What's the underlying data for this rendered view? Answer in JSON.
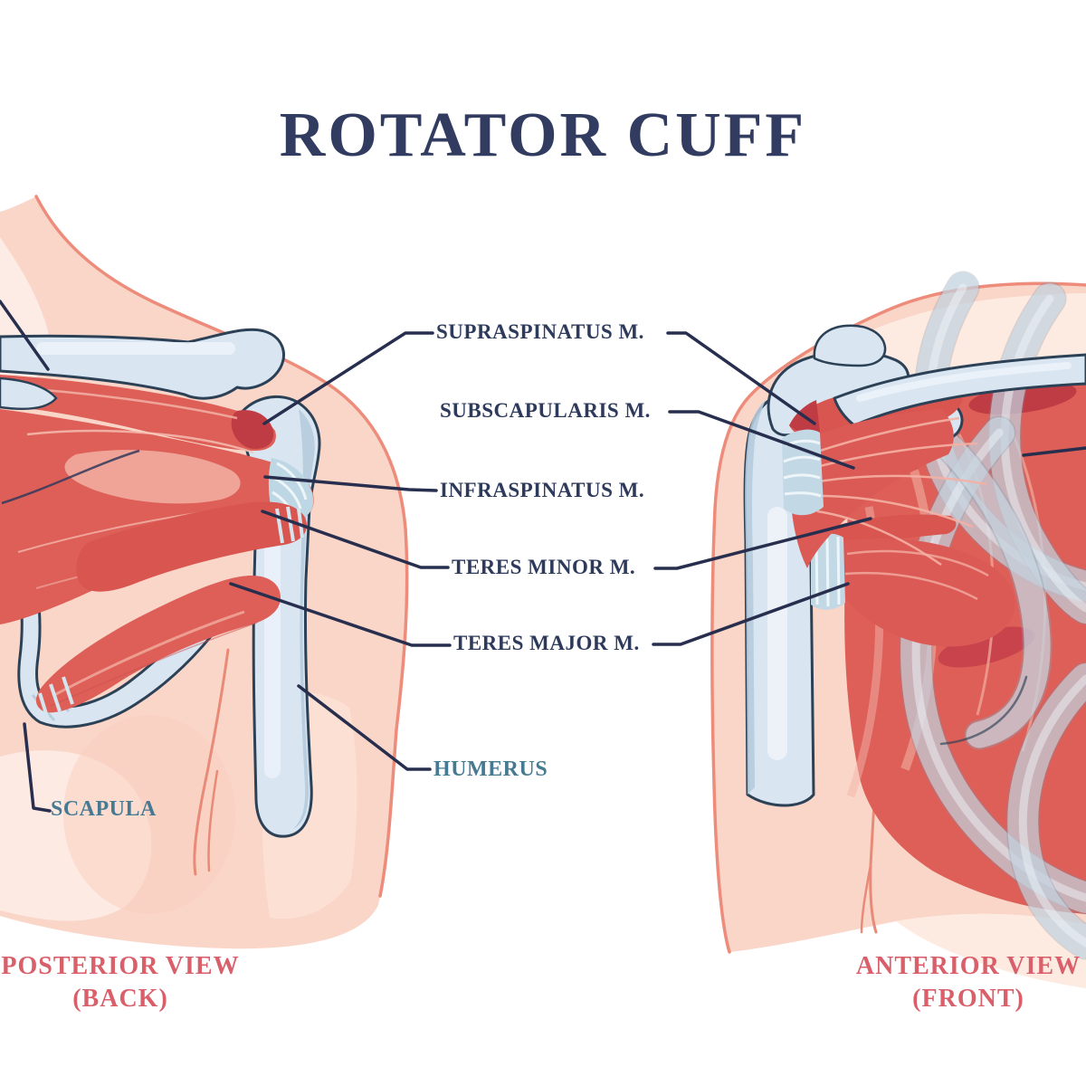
{
  "title": "ROTATOR CUFF",
  "muscle_labels": {
    "supraspinatus": "SUPRASPINATUS M.",
    "subscapularis": "SUBSCAPULARIS M.",
    "infraspinatus": "INFRASPINATUS M.",
    "teres_minor": "TERES MINOR M.",
    "teres_major": "TERES MAJOR M."
  },
  "bone_labels": {
    "humerus": "HUMERUS",
    "scapula": "SCAPULA"
  },
  "views": {
    "posterior": {
      "title": "POSTERIOR VIEW",
      "subtitle": "(BACK)"
    },
    "anterior": {
      "title": "ANTERIOR VIEW",
      "subtitle": "(FRONT)"
    }
  },
  "colors": {
    "title_navy": "#313c60",
    "label_navy": "#2e3a5c",
    "bone_label_teal": "#467a93",
    "view_label_coral": "#d9606a",
    "leader_line": "#272e4e",
    "muscle_red": "#dd5f58",
    "muscle_dark_red": "#c03c44",
    "muscle_highlight": "#f2aca0",
    "bone_blue": "#d9e6f2",
    "bone_shade": "#b5cbdd",
    "bone_outline": "#2c4156",
    "tendon_stripe": "#bed7e4",
    "skin": "#fad6c8",
    "skin_light": "#fdece5",
    "skin_outline": "#ee8c7c"
  }
}
